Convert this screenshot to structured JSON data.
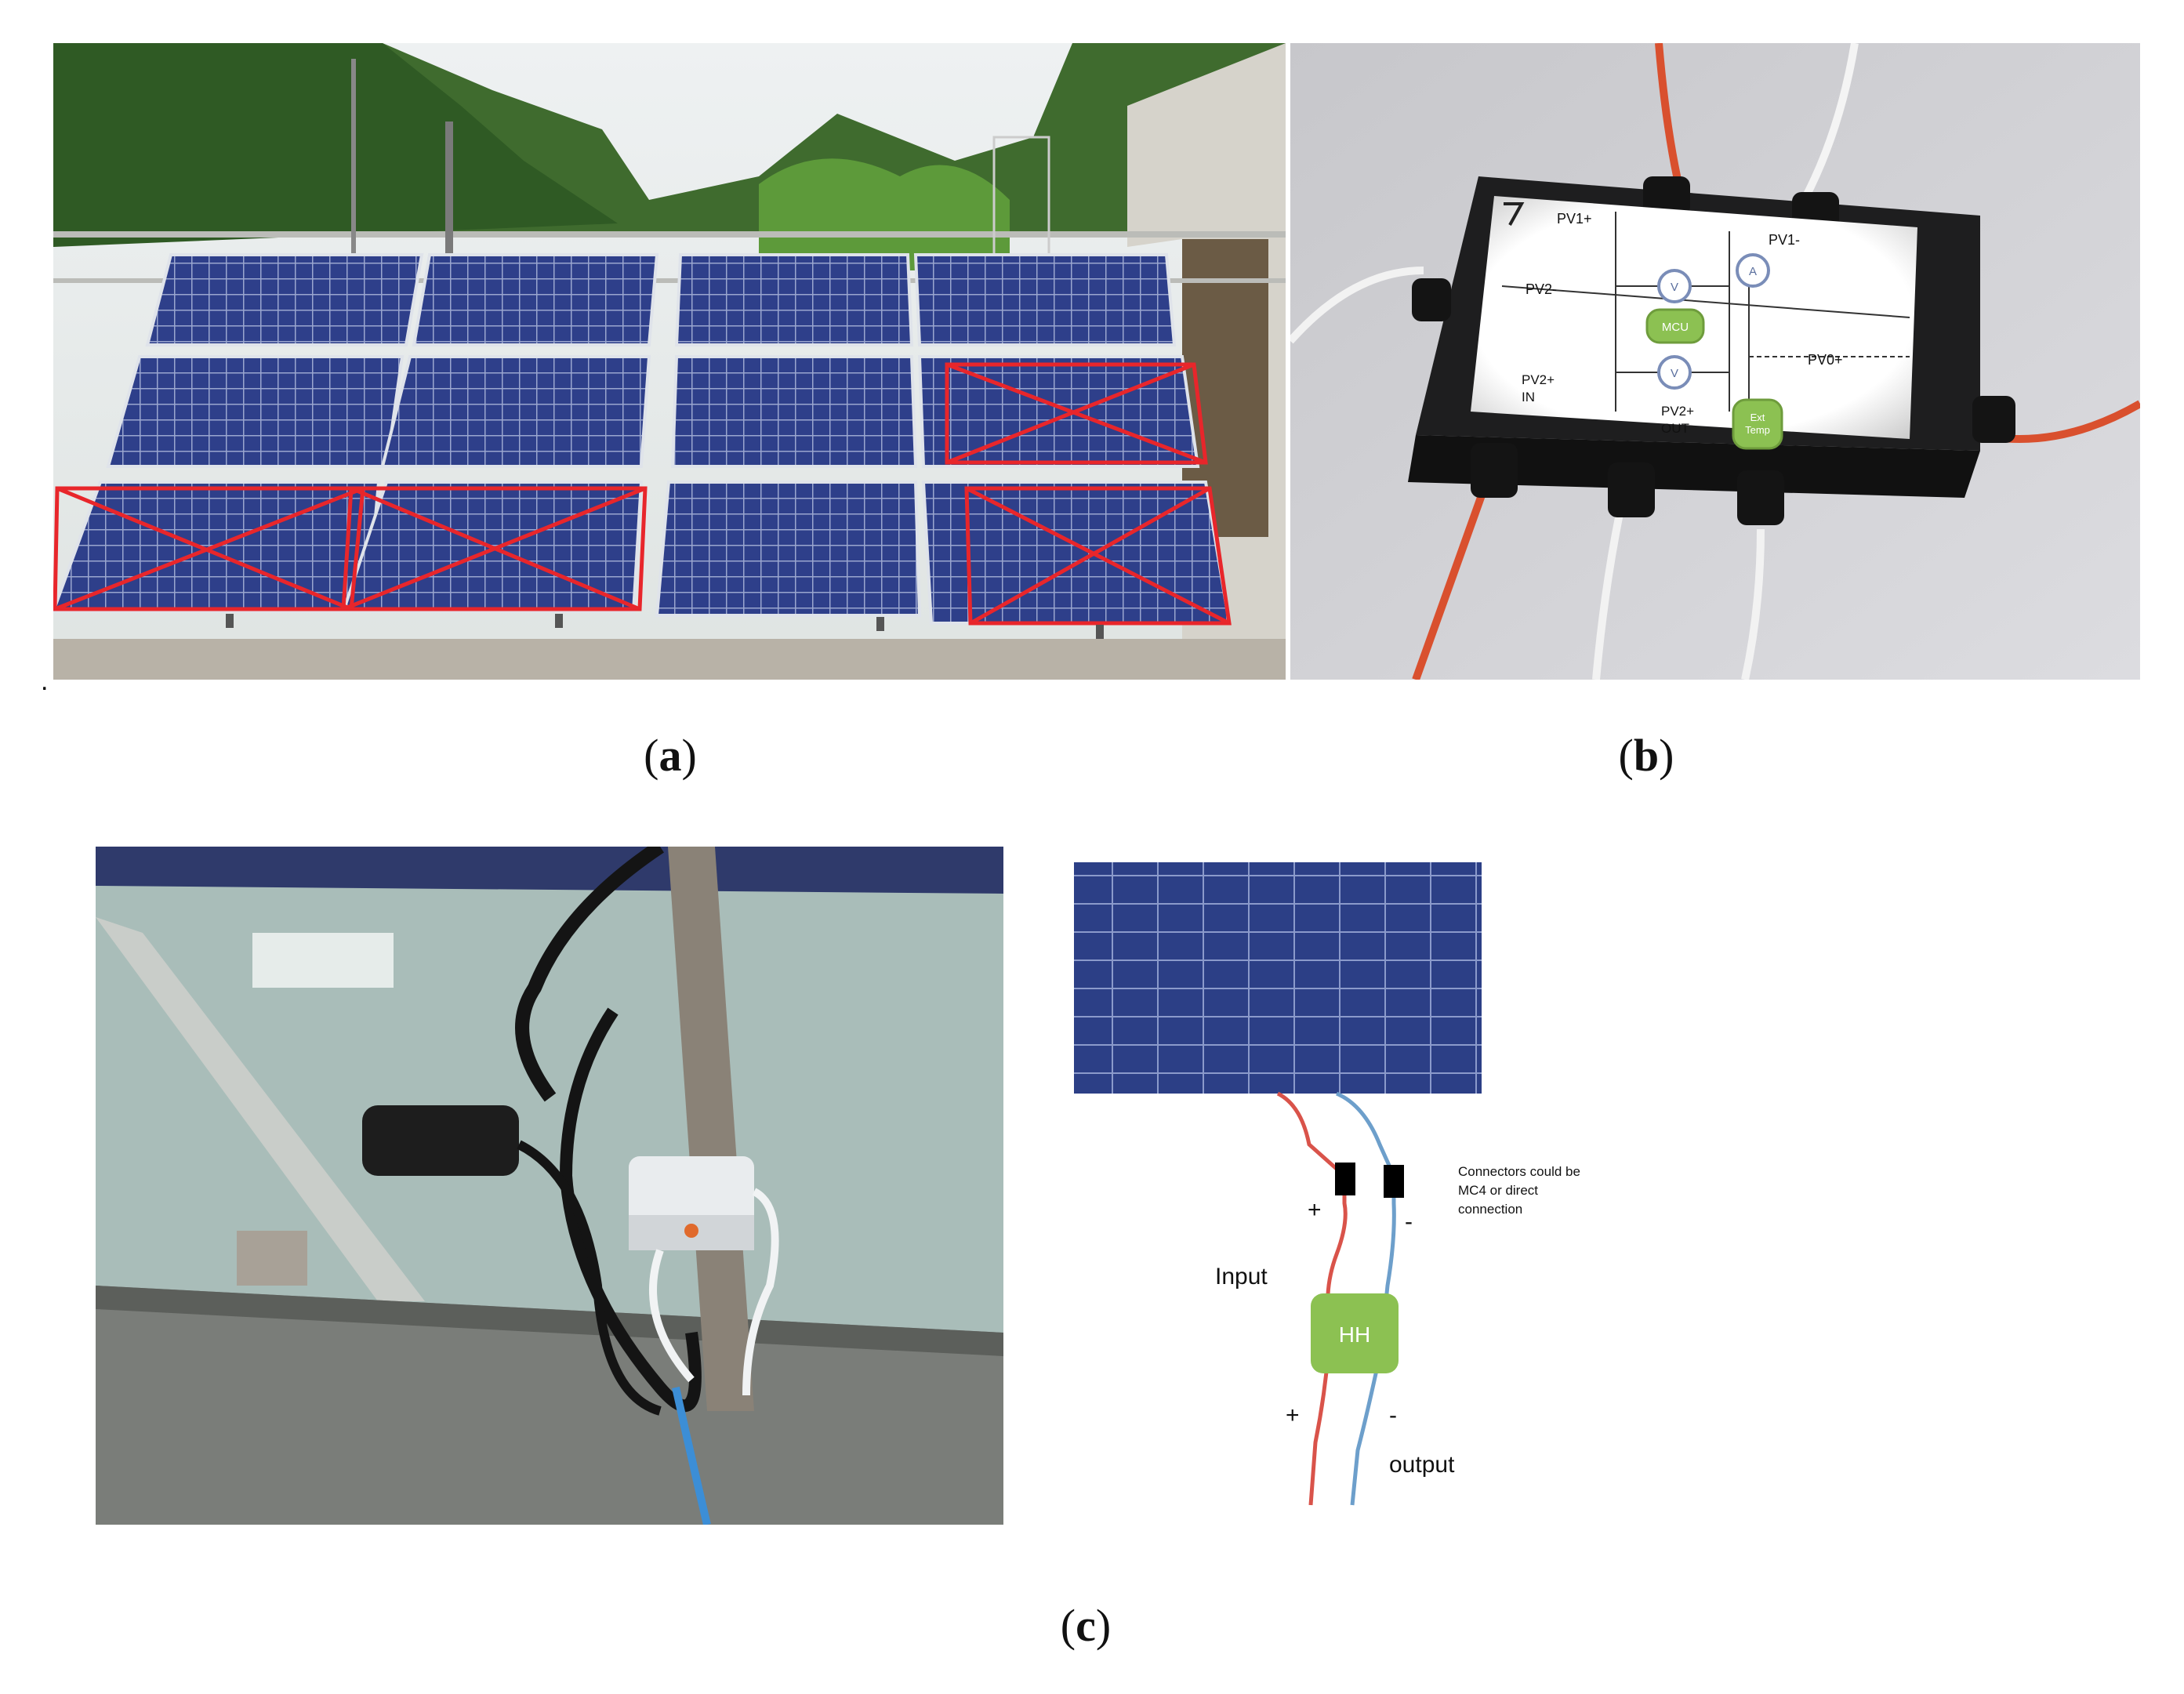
{
  "figure": {
    "captions": {
      "a": {
        "open": "(",
        "letter": "a",
        "close": ")"
      },
      "b": {
        "open": "(",
        "letter": "b",
        "close": ")"
      },
      "c": {
        "open": "(",
        "letter": "c",
        "close": ")"
      }
    },
    "stray_mark": "."
  },
  "panel_b": {
    "labels": {
      "pv1_plus": "PV1+",
      "pv1_minus": "PV1-",
      "pv2_minus": "PV2-",
      "pv0_plus": "PV0+",
      "pv2_plus_in_1": "PV2+",
      "pv2_plus_in_2": "IN",
      "pv2_plus_out_1": "PV2+",
      "pv2_plus_out_2": "OUT",
      "mcu": "MCU",
      "voltmeter_1": "V",
      "voltmeter_2": "V",
      "ammeter": "A",
      "ext_temp_1": "Ext",
      "ext_temp_2": "Temp"
    }
  },
  "panel_d": {
    "connector_note_1": "Connectors could be",
    "connector_note_2": "MC4 or direct",
    "connector_note_3": "connection",
    "input_label": "Input",
    "output_label": "output",
    "hh_label": "HH",
    "plus_top": "+",
    "minus_top": "-",
    "plus_bottom": "+",
    "minus_bottom": "-"
  },
  "colors": {
    "panel_blue": "#2c3f86",
    "cross_red": "#e8262b",
    "hh_green": "#8cc152",
    "wire_red": "#d9534a",
    "wire_blue": "#6d9fcb"
  }
}
